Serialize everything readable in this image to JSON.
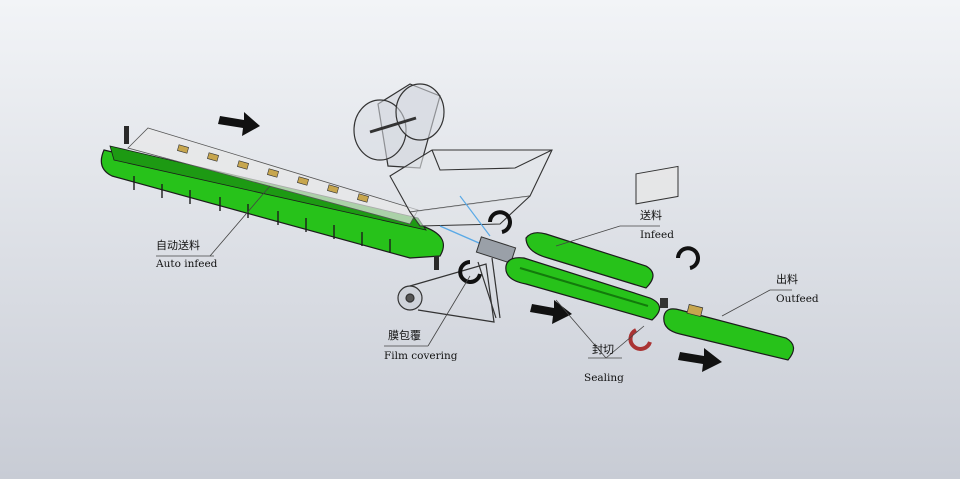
{
  "labels": {
    "auto_infeed_zh": "自动送料",
    "auto_infeed_en": "Auto infeed",
    "infeed_zh": "送料",
    "infeed_en": "Infeed",
    "outfeed_zh": "出料",
    "outfeed_en": "Outfeed",
    "film_covering_zh": "膜包覆",
    "film_covering_en": "Film covering",
    "sealing_zh": "封切",
    "sealing_en": "Sealing"
  },
  "colors": {
    "belt_green": "#27c21a",
    "belt_dark": "#137a0c",
    "outline": "#1c1c1c",
    "background_top": "#f2f4f7",
    "background_bottom": "#c8ccd5",
    "arrow": "#111111",
    "film": "#5aa9e6"
  }
}
